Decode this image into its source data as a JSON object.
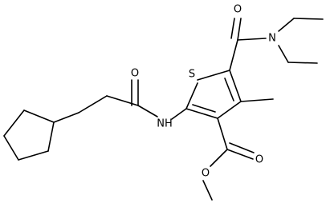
{
  "structure": {
    "atom_labels": {
      "sulfur": "S",
      "amide_nh": "NH",
      "amide_n": "N",
      "ketone_o": "O",
      "amide_o": "O",
      "ester_carbonyl_o": "O",
      "ester_ether_o": "O"
    },
    "colors": {
      "bond": "#000000",
      "background": "#ffffff"
    }
  }
}
